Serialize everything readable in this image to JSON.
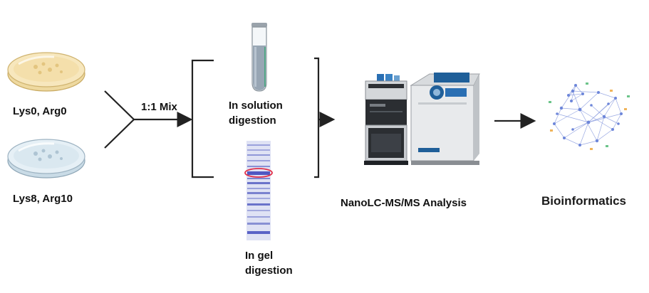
{
  "labels": {
    "light_sample": "Lys0, Arg0",
    "heavy_sample": "Lys8, Arg10",
    "mix": "1:1 Mix",
    "in_solution_line1": "In solution",
    "in_solution_line2": "digestion",
    "in_gel_line1": "In gel",
    "in_gel_line2": "digestion",
    "nanolc": "NanoLC-MS/MS Analysis",
    "bioinformatics": "Bioinformatics"
  },
  "icons": {
    "light_dish": "petri-dish-icon",
    "heavy_dish": "petri-dish-icon",
    "tube": "test-tube-icon",
    "gel": "gel-lane-icon",
    "instrument": "lc-ms-instrument-icon",
    "network": "protein-network-icon"
  },
  "colors": {
    "light_dish_fill": "#f3dca0",
    "heavy_dish_fill": "#d8e6ef",
    "gel_lane": "#d9dcf2",
    "gel_band": "#5a63c6",
    "band_highlight": "#e0304a",
    "instrument_blue": "#1f5f99",
    "network_node": "#6d86d9",
    "arrow": "#222222"
  }
}
